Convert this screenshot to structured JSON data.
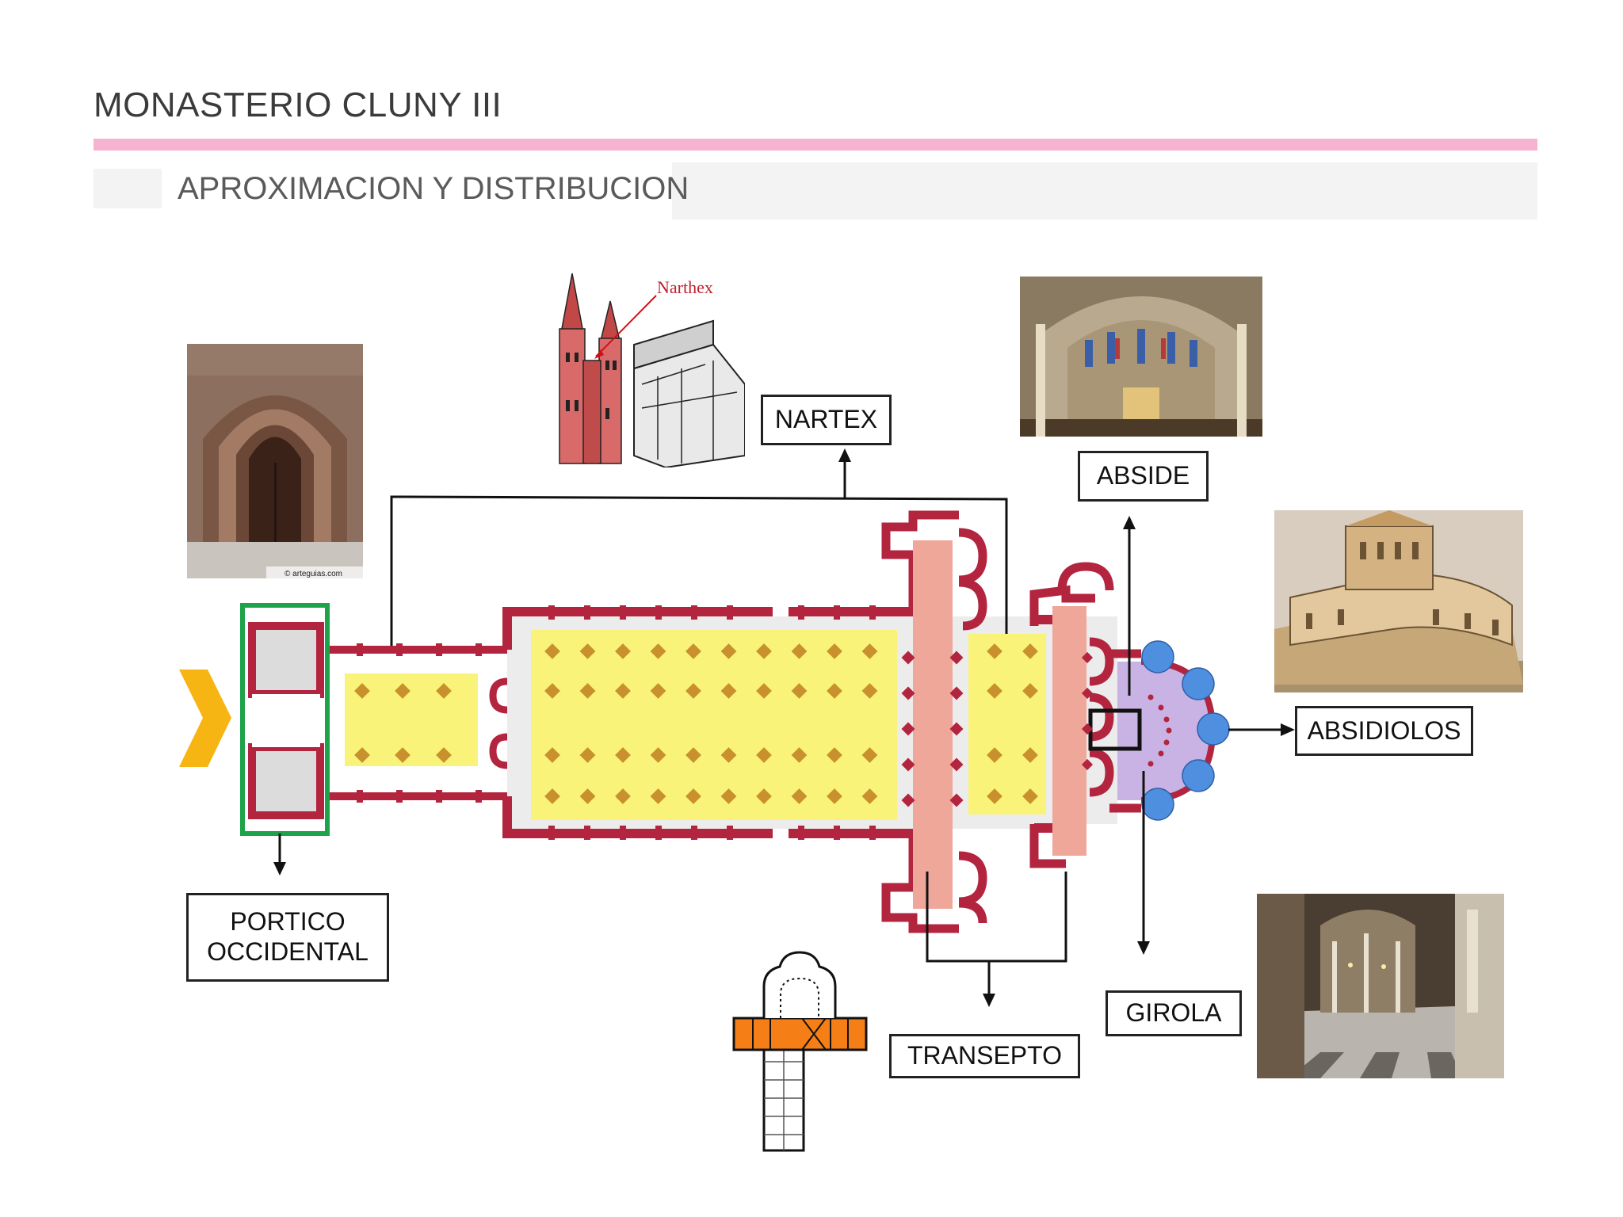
{
  "slide": {
    "title": "MONASTERIO CLUNY III",
    "subtitle": "APROXIMACION Y DISTRIBUCION"
  },
  "labels": {
    "nartex": "NARTEX",
    "abside": "ABSIDE",
    "absidiolos": "ABSIDIOLOS",
    "portico_line1": "PORTICO",
    "portico_line2": "OCCIDENTAL",
    "transepto": "TRANSEPTO",
    "girola": "GIROLA"
  },
  "images": {
    "church_sketch_caption": "Narthex",
    "portal_watermark": "© arteguias.com"
  },
  "colors": {
    "wall": "#b3243f",
    "nave_fill": "#faf37a",
    "pillar": "#c9902e",
    "transept": "#efa79a",
    "chevet": "#c8b3e4",
    "chapel": "#4f8fe0",
    "entry_arrow": "#f7b513",
    "portico_frame": "#1ea24a",
    "header_rule": "#f6b3cf",
    "cross_plan_accent": "#f57f16"
  }
}
